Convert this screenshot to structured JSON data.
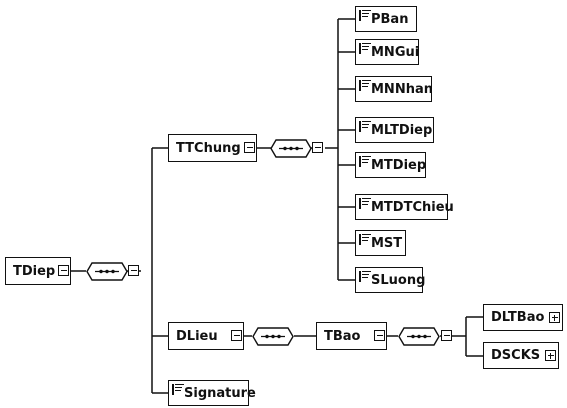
{
  "diagram": {
    "root": {
      "label": "TDiep"
    },
    "ttchung": {
      "label": "TTChung",
      "children": [
        "PBan",
        "MNGui",
        "MNNhan",
        "MLTDiep",
        "MTDiep",
        "MTDTChieu",
        "MST",
        "SLuong"
      ]
    },
    "dlieu": {
      "label": "DLieu"
    },
    "tbao": {
      "label": "TBao"
    },
    "dltbao": {
      "label": "DLTBao"
    },
    "dscks": {
      "label": "DSCKS"
    },
    "signature": {
      "label": "Signature"
    }
  },
  "icons": {
    "collapse": "minus-box-icon",
    "expand": "plus-box-icon",
    "sequence": "sequence-compositor-icon",
    "element": "element-lines-icon"
  }
}
